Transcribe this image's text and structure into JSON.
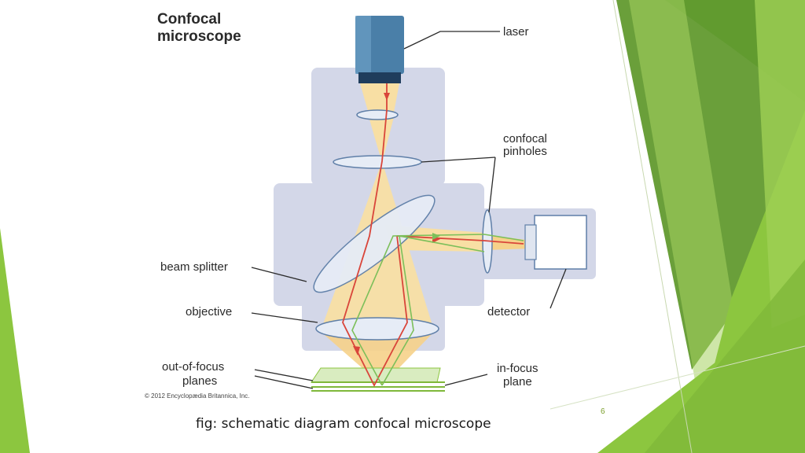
{
  "diagram": {
    "title_line1": "Confocal",
    "title_line2": "microscope",
    "labels": {
      "laser": "laser",
      "confocal_pinholes_line1": "confocal",
      "confocal_pinholes_line2": "pinholes",
      "beam_splitter": "beam splitter",
      "objective": "objective",
      "detector": "detector",
      "out_of_focus_line1": "out-of-focus",
      "out_of_focus_line2": "planes",
      "in_focus_line1": "in-focus",
      "in_focus_line2": "plane"
    },
    "copyright": "© 2012 Encyclopædia Britannica, Inc."
  },
  "caption": "fig: schematic diagram confocal microscope",
  "page_number": "6",
  "colors": {
    "body_fill": "#d3d7e8",
    "beam_fill": "#f8dfa4",
    "laser_ray": "#d9453a",
    "emission_ray": "#7cbf5a",
    "lens_fill": "#e6ecf6",
    "lens_stroke": "#5f7fa8",
    "green_light": "#9ccc4a",
    "green_mid": "#7fb83a",
    "green_dark": "#5f9a2e"
  }
}
